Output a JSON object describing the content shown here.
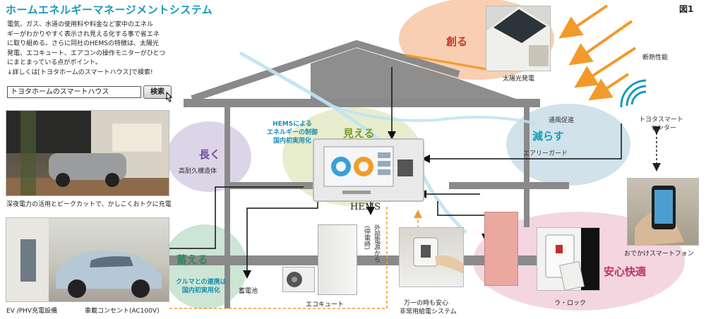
{
  "header": {
    "title": "ホームエネルギーマネージメントシステム",
    "figure_label": "図1",
    "description_lines": [
      "電気、ガス、水道の使用料や料金など家中のエネル",
      "ギーがわかりやすく表示され見える化する事で省エネ",
      "に取り組める。さらに同社のHEMSの特徴は、太陽光",
      "発電、エコキュート、エアコンの操作モニターがひとつ",
      "にまとまっている点がポイント。",
      "↓詳しくは[トヨタホームのスマートハウス]で検索!"
    ]
  },
  "search": {
    "value": "トヨタホームのスマートハウス",
    "button_label": "検索"
  },
  "captions": {
    "night_power": "深夜電力の活用とピークカットで、かしこくおトクに充電",
    "ev_charger": "EV /PHV充電設備",
    "car_outlet": "車載コンセント(AC100V)",
    "battery": "蓄電池",
    "ecocute": "エコキュート",
    "emergency_line1": "万一の時も安心",
    "emergency_line2": "非常用給電システム",
    "lock": "ラ・ロック",
    "smartphone": "おでかけスマートフォン",
    "solar": "太陽光発電",
    "insulation": "断熱性能",
    "ventilation": "通風促進",
    "airy_guard": "エアリーガード",
    "toyota_center_line1": "トヨタスマート",
    "toyota_center_line2": "センター",
    "durable": "高耐久構造体",
    "hems": "HEMS",
    "external_power": "外部電源から",
    "outage": "(停電時)"
  },
  "concepts": {
    "create": "創る",
    "reduce": "減らす",
    "see": "見える",
    "long": "長く",
    "store": "蓄える",
    "comfort": "安心快適"
  },
  "notes": {
    "hems_control": [
      "HEMSによる",
      "エネルギーの制御",
      "国内初実用化"
    ],
    "car_link": [
      "クルマとの連携は",
      "国内初実用化"
    ]
  },
  "colors": {
    "title": "#1a9bb5",
    "create_blob": "#f7c7a4",
    "reduce_blob": "#c9dde8",
    "see_blob": "#e6ebc8",
    "long_blob": "#d8d0e6",
    "store_blob": "#c8e2d0",
    "comfort_blob": "#f2cfdc",
    "house_gray": "#8a8a8a",
    "arrow_orange": "#f39a2a",
    "wind_blue": "#bfe3f2"
  }
}
